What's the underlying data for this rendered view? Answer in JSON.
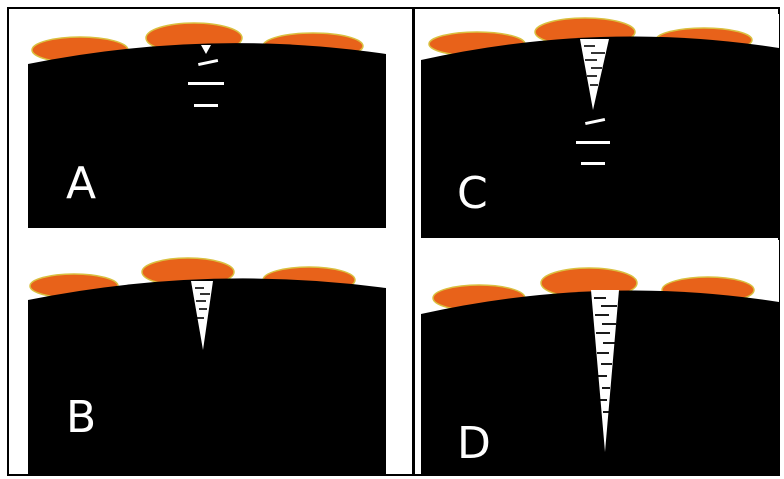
{
  "colors": {
    "background": "#000000",
    "droplet": "#e8621a",
    "droplet_rim": "#d9c040",
    "crack": "#ffffff"
  },
  "panels": [
    {
      "id": "A",
      "label": "A",
      "stage": 1
    },
    {
      "id": "B",
      "label": "B",
      "stage": 2
    },
    {
      "id": "C",
      "label": "C",
      "stage": 3
    },
    {
      "id": "D",
      "label": "D",
      "stage": 4
    }
  ]
}
